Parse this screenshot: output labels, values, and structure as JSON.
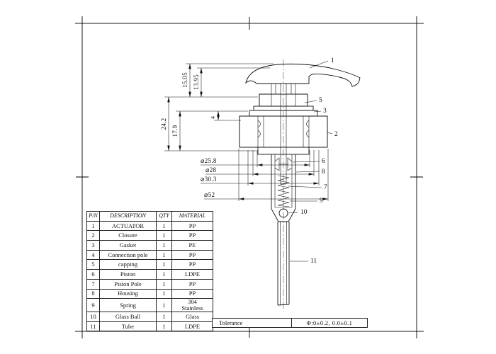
{
  "sheet": {
    "background": "#ffffff",
    "line_color": "#111111"
  },
  "drawing": {
    "dimensions": {
      "height_1": "15.05",
      "height_2": "13.95",
      "height_3": "24.2",
      "height_4": "17.9",
      "height_5": "4",
      "dia_1": "⌀25.8",
      "dia_2": "⌀28",
      "dia_3": "⌀30.3",
      "dia_4": "⌀52"
    },
    "callouts": [
      "1",
      "5",
      "3",
      "2",
      "6",
      "8",
      "7",
      "9",
      "10",
      "11"
    ]
  },
  "table": {
    "headers": [
      "P/N",
      "DESCRIPTION",
      "QTY",
      "MATERIAL"
    ],
    "rows": [
      [
        "1",
        "ACTUATOR",
        "1",
        "PP"
      ],
      [
        "2",
        "Closure",
        "1",
        "PP"
      ],
      [
        "3",
        "Gasket",
        "1",
        "PE"
      ],
      [
        "4",
        "Connection pole",
        "1",
        "PP"
      ],
      [
        "5",
        "capping",
        "1",
        "PP"
      ],
      [
        "6",
        "Piston",
        "1",
        "LDPE"
      ],
      [
        "7",
        "Pision Pole",
        "1",
        "PP"
      ],
      [
        "8",
        "Housing",
        "1",
        "PP"
      ],
      [
        "9",
        "Spring",
        "1",
        "304\nStainless"
      ],
      [
        "10",
        "Glass Ball",
        "1",
        "Glass"
      ],
      [
        "11",
        "Tube",
        "1",
        "LDPE"
      ]
    ],
    "tolerance_label": "Tolerance",
    "tolerance_value": "Φ:0±0.2,  0.0±0.1"
  }
}
